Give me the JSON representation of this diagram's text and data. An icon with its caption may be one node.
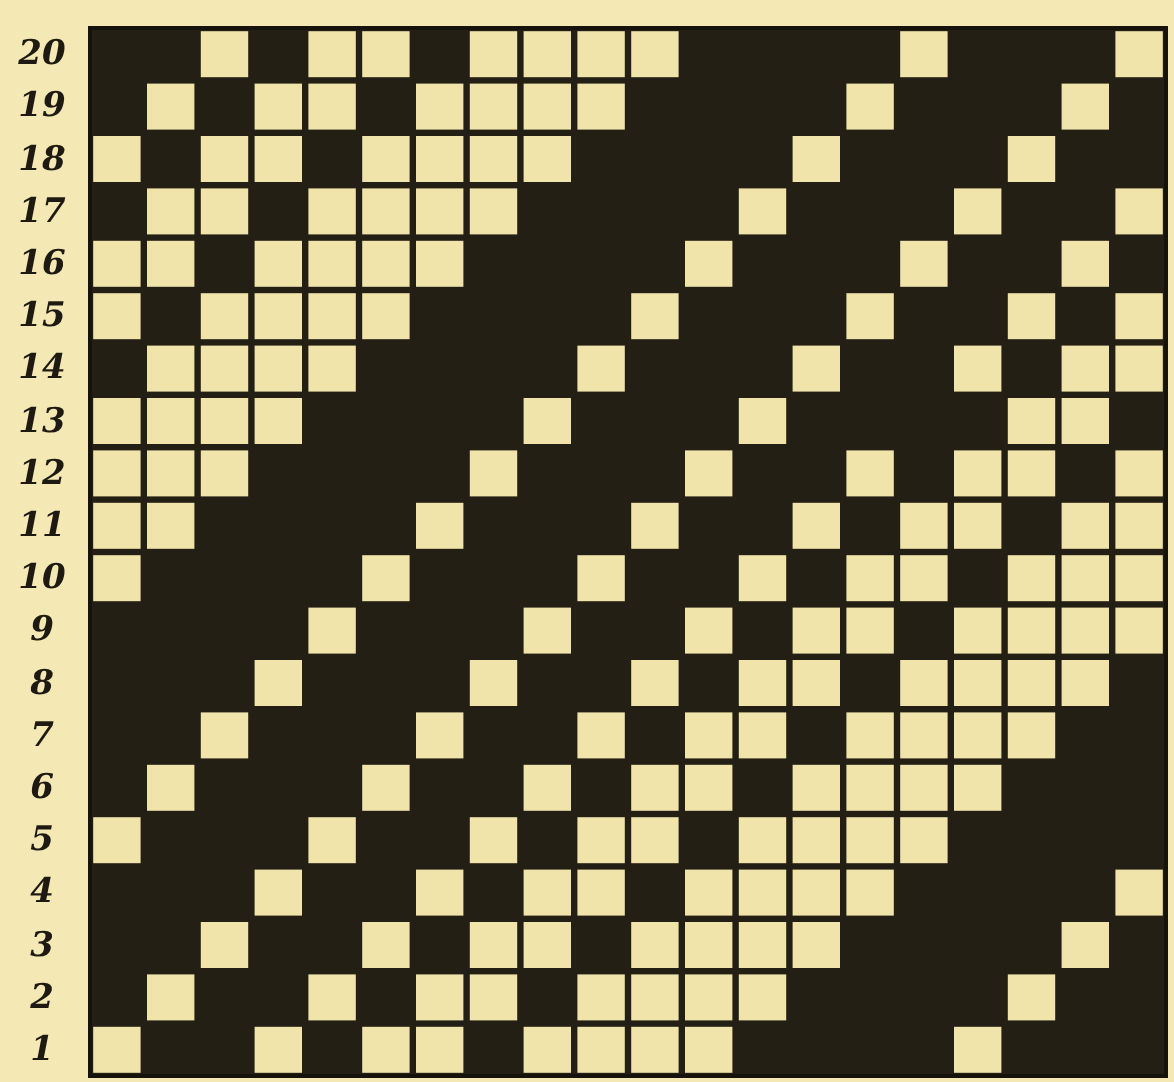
{
  "diagram": {
    "labels": [
      "20",
      "19",
      "18",
      "17",
      "16",
      "15",
      "14",
      "13",
      "12",
      "11",
      "10",
      "9",
      "8",
      "7",
      "6",
      "5",
      "4",
      "3",
      "2",
      "1"
    ]
  }
}
